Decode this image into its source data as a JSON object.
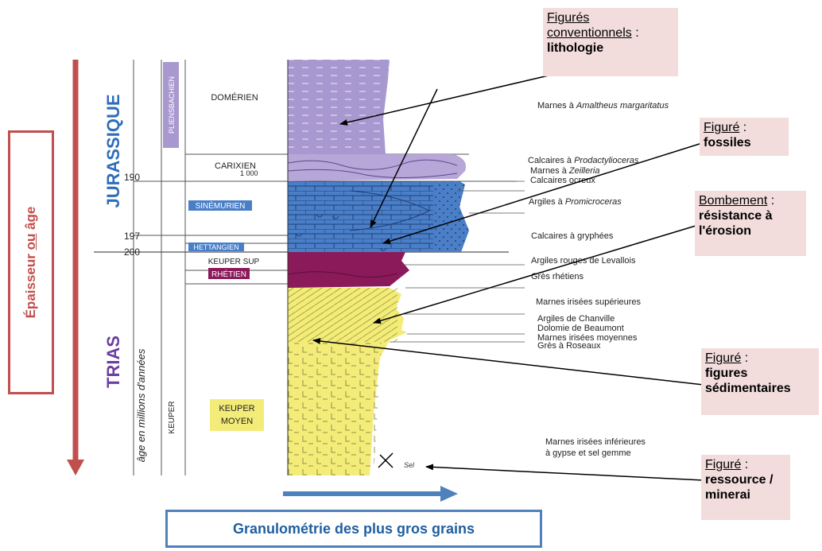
{
  "periods": {
    "jurassic": "JURASSIQUE",
    "trias": "TRIAS"
  },
  "stages": {
    "pliensbachien": "PLIENSBACHIEN",
    "domerien": "DOMÉRIEN",
    "carixien": "CARIXIEN",
    "sinemurien": "SINÉMURIEN",
    "hettangien": "HETTANGIEN",
    "keuper_sup": "KEUPER SUP",
    "rhetien": "RHÉTIEN",
    "keuper": "KEUPER",
    "keuper_moyen_1": "KEUPER",
    "keuper_moyen_2": "MOYEN"
  },
  "ages": {
    "a190": "190",
    "a197": "197",
    "a200": "200",
    "depth_1000": "1 000"
  },
  "axis_label": "âge en millions d'années",
  "strata": [
    {
      "parts": [
        "Marnes à ",
        "Amaltheus margaritatus"
      ],
      "italic": [
        false,
        true
      ]
    },
    {
      "parts": [
        "Calcaires à ",
        "Prodactylioceras"
      ],
      "italic": [
        false,
        true
      ]
    },
    {
      "parts": [
        "Marnes à ",
        "Zeilleria"
      ],
      "italic": [
        false,
        true
      ]
    },
    {
      "parts": [
        "Calcaires ocreux"
      ],
      "italic": [
        false
      ]
    },
    {
      "parts": [
        "Argiles à ",
        "Promicroceras"
      ],
      "italic": [
        false,
        true
      ]
    },
    {
      "parts": [
        "Calcaires à gryphées"
      ],
      "italic": [
        false
      ]
    },
    {
      "parts": [
        "Argiles rouges de Levallois"
      ],
      "italic": [
        false
      ]
    },
    {
      "parts": [
        "Grès rhétiens"
      ],
      "italic": [
        false
      ]
    },
    {
      "parts": [
        "Marnes irisées supérieures"
      ],
      "italic": [
        false
      ]
    },
    {
      "parts": [
        "Argiles de Chanville"
      ],
      "italic": [
        false
      ]
    },
    {
      "parts": [
        "Dolomie de Beaumont"
      ],
      "italic": [
        false
      ]
    },
    {
      "parts": [
        "Marnes irisées moyennes"
      ],
      "italic": [
        false
      ]
    },
    {
      "parts": [
        "Grès à Roseaux"
      ],
      "italic": [
        false
      ]
    },
    {
      "parts": [
        "Marnes irisées inférieures"
      ],
      "italic": [
        false
      ]
    },
    {
      "parts": [
        "à gypse et sel gemme"
      ],
      "italic": [
        false
      ]
    }
  ],
  "sel": "Sel",
  "annotations": {
    "lithologie": {
      "line1": "Figurés",
      "line2_u": "conventionnels",
      "line2_rest": " :",
      "line3": "lithologie"
    },
    "fossiles": {
      "title": "Figuré",
      "sep": " :",
      "body": "fossiles"
    },
    "bombement": {
      "title": "Bombement",
      "sep": " :",
      "body1": "résistance à",
      "body2": "l'érosion"
    },
    "figures": {
      "title": "Figuré",
      "sep": " :",
      "body1": "figures",
      "body2": "sédimentaires"
    },
    "ressource": {
      "title": "Figuré",
      "sep": " :",
      "body1": "ressource /",
      "body2": "minerai"
    }
  },
  "side_label": {
    "p1": "Épaisseur ",
    "p2": "ou",
    "p3": " âge"
  },
  "bottom_label": "Granulométrie des plus gros grains",
  "colors": {
    "red_arrow": "#c0504d",
    "blue_arrow": "#4f81bd",
    "marnes_violet": "#a898d0",
    "calcaire_blue": "#4a7fc8",
    "rhetien": "#8b1a5a",
    "keuper_yellow": "#f4ec78"
  }
}
